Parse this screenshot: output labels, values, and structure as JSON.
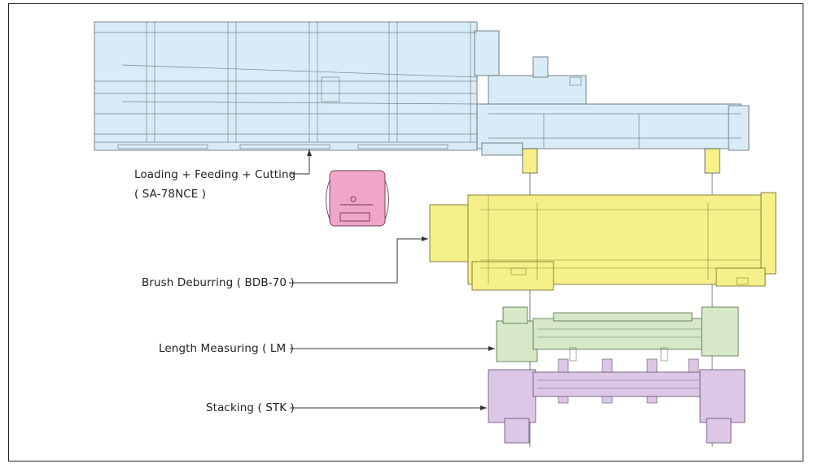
{
  "labels": {
    "loading": "Loading + Feeding + Cutting",
    "loading_model": "( SA-78NCE )",
    "brush": "Brush Deburring ( BDB-70 )",
    "length": "Length Measuring ( LM )",
    "stacking": "Stacking ( STK )"
  },
  "colors": {
    "loading_unit": "#d8ebf6",
    "brush_unit": "#f6f08a",
    "length_unit": "#d6e8c8",
    "stacking_unit": "#dcc8e6",
    "control_box": "#f0a6c8",
    "line": "#333333"
  }
}
